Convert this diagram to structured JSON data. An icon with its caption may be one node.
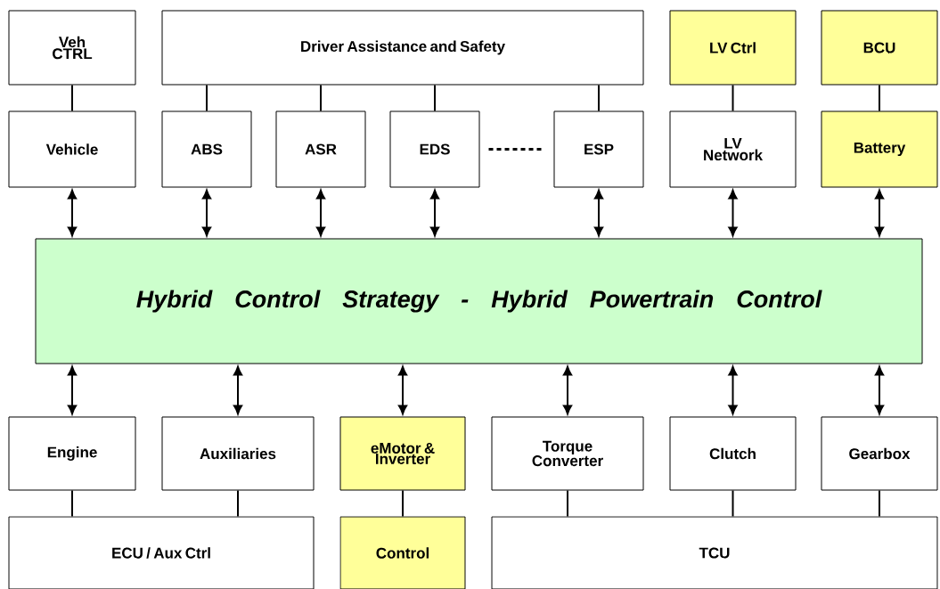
{
  "diagram": {
    "nodes": [
      {
        "text": [
          "Veh CTRL"
        ]
      },
      {
        "text": [
          "Driver Assistance and Safety"
        ]
      },
      {
        "text": [
          "LV Ctrl"
        ]
      },
      {
        "text": [
          "BCU"
        ]
      },
      {
        "text": [
          "Vehicle"
        ]
      },
      {
        "text": [
          "ABS"
        ]
      },
      {
        "text": [
          "ASR"
        ]
      },
      {
        "text": [
          "EDS"
        ]
      },
      {
        "text": [
          "ESP"
        ]
      },
      {
        "text": [
          "LV Network"
        ]
      },
      {
        "text": [
          "Battery"
        ]
      },
      {
        "text": [
          "Hybrid Control Strategy - Hybrid Powertrain Control"
        ]
      },
      {
        "text": [
          "Engine"
        ]
      },
      {
        "text": [
          "Auxiliaries"
        ]
      },
      {
        "text": [
          "eMotor & Inverter"
        ]
      },
      {
        "text": [
          "Torque Converter"
        ]
      },
      {
        "text": [
          "Clutch"
        ]
      },
      {
        "text": [
          "Gearbox"
        ]
      },
      {
        "text": [
          "ECU / Aux Ctrl"
        ]
      },
      {
        "text": [
          "Control"
        ]
      },
      {
        "text": [
          "TCU"
        ]
      }
    ],
    "edges": [
      {
        "from": 0,
        "to": 4,
        "arrow": "none"
      },
      {
        "from": 1,
        "to": 5,
        "arrow": "none"
      },
      {
        "from": 1,
        "to": 6,
        "arrow": "none"
      },
      {
        "from": 1,
        "to": 7,
        "arrow": "none"
      },
      {
        "from": 1,
        "to": 8,
        "arrow": "none"
      },
      {
        "from": 2,
        "to": 9,
        "arrow": "none"
      },
      {
        "from": 3,
        "to": 10,
        "arrow": "none"
      },
      {
        "from": 7,
        "to": 8,
        "arrow": "none",
        "style": "dashed"
      },
      {
        "from": 4,
        "to": 11,
        "arrow": "both"
      },
      {
        "from": 5,
        "to": 11,
        "arrow": "both"
      },
      {
        "from": 6,
        "to": 11,
        "arrow": "both"
      },
      {
        "from": 7,
        "to": 11,
        "arrow": "both"
      },
      {
        "from": 8,
        "to": 11,
        "arrow": "both"
      },
      {
        "from": 9,
        "to": 11,
        "arrow": "both"
      },
      {
        "from": 10,
        "to": 11,
        "arrow": "both"
      },
      {
        "from": 11,
        "to": 12,
        "arrow": "both"
      },
      {
        "from": 11,
        "to": 13,
        "arrow": "both"
      },
      {
        "from": 11,
        "to": 14,
        "arrow": "both"
      },
      {
        "from": 11,
        "to": 15,
        "arrow": "both"
      },
      {
        "from": 11,
        "to": 16,
        "arrow": "both"
      },
      {
        "from": 11,
        "to": 17,
        "arrow": "both"
      },
      {
        "from": 12,
        "to": 18,
        "arrow": "none"
      },
      {
        "from": 13,
        "to": 18,
        "arrow": "none"
      },
      {
        "from": 14,
        "to": 19,
        "arrow": "none"
      },
      {
        "from": 15,
        "to": 20,
        "arrow": "none"
      },
      {
        "from": 16,
        "to": 20,
        "arrow": "none"
      },
      {
        "from": 17,
        "to": 20,
        "arrow": "none"
      }
    ]
  }
}
